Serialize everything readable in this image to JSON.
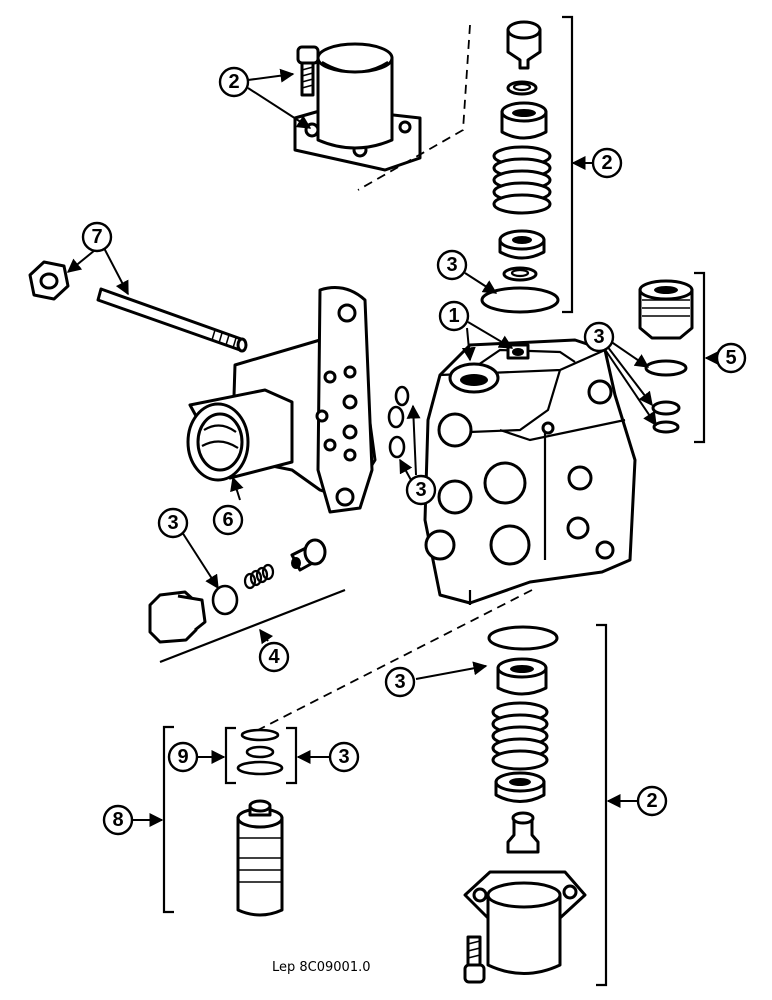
{
  "callouts": {
    "c1": "1",
    "c2_top": "2",
    "c2_right": "2",
    "c2_bottom": "2",
    "c3_upper": "3",
    "c3_right": "3",
    "c3_middle": "3",
    "c3_left": "3",
    "c3_lower": "3",
    "c3_kit": "3",
    "c4": "4",
    "c5": "5",
    "c6": "6",
    "c7": "7",
    "c8": "8",
    "c9": "9"
  },
  "caption": "Lep 8C09001.0"
}
